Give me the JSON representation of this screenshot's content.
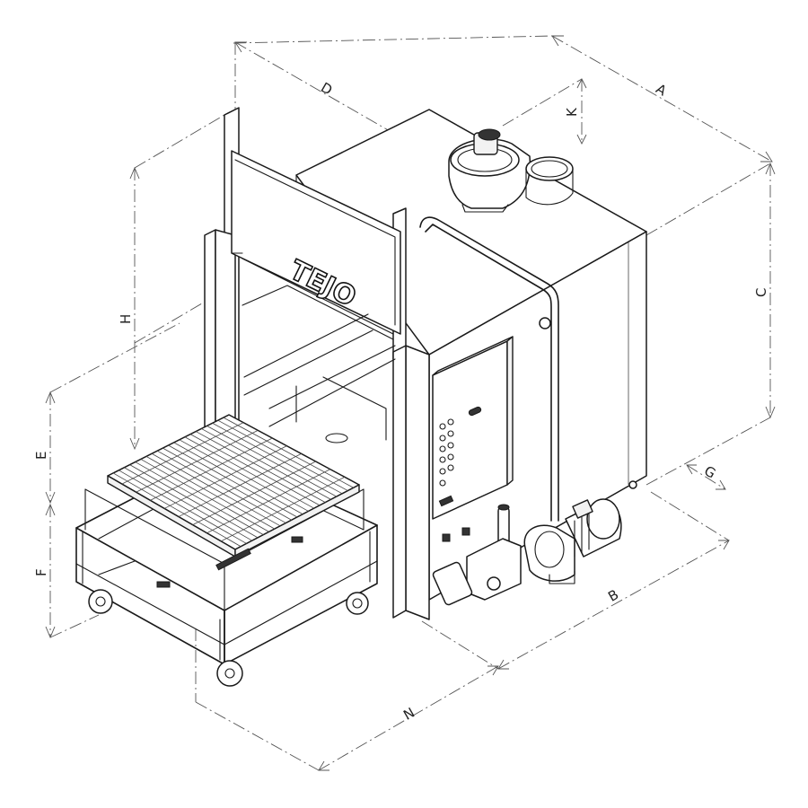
{
  "brand": "TEJO",
  "dimension_labels": {
    "a": "A",
    "b": "B",
    "c": "C",
    "d": "D",
    "e": "E",
    "f": "F",
    "g": "G",
    "h": "H",
    "k": "K",
    "n": "N"
  }
}
